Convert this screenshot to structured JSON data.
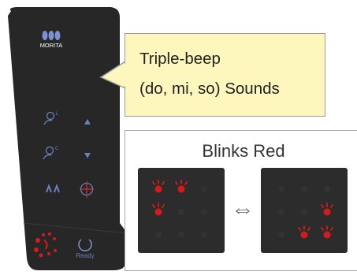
{
  "panel": {
    "brand": "MORITA",
    "buttons": [
      {
        "name": "patient-position-l-button",
        "icon": "head-l-icon"
      },
      {
        "name": "arrow-up-button",
        "icon": "arrow-up-icon"
      },
      {
        "name": "patient-position-c-button",
        "icon": "head-c-icon"
      },
      {
        "name": "arrow-down-button",
        "icon": "arrow-down-icon"
      },
      {
        "name": "arm-position-button",
        "icon": "arm-icon"
      },
      {
        "name": "laser-beam-button",
        "icon": "laser-icon"
      }
    ],
    "ready_label": "Ready",
    "ready_icon": "ready-ring-icon",
    "colors": {
      "panel": "#2a2a2a",
      "icon": "#6a7fbf",
      "led_red": "#d21c1c"
    }
  },
  "callout": {
    "line1": "Triple-beep",
    "line2": "(do, mi, so) Sounds",
    "background": "#fdf6bd"
  },
  "blink": {
    "title": "Blinks Red",
    "separator": "⇔",
    "left_panel": {
      "lit": [
        1,
        1,
        0,
        1,
        0,
        0,
        0,
        0,
        0
      ]
    },
    "right_panel": {
      "lit": [
        0,
        0,
        0,
        0,
        0,
        1,
        0,
        1,
        1
      ]
    }
  }
}
